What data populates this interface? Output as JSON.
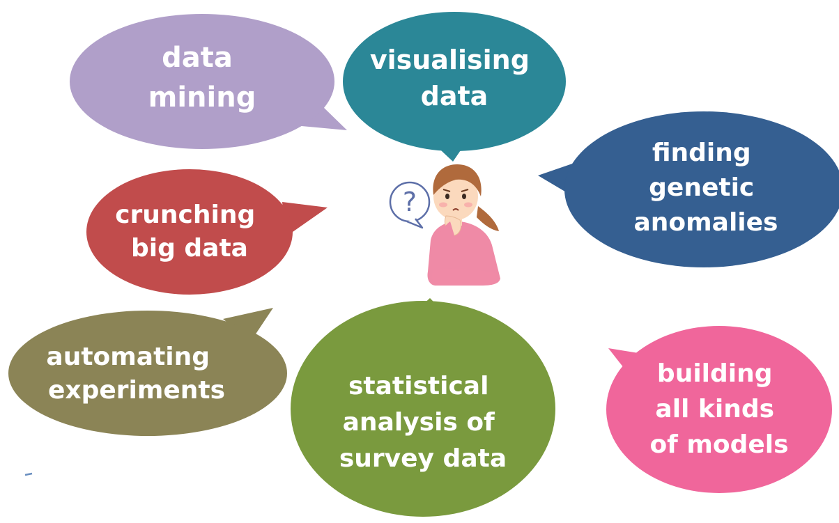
{
  "bubbles": [
    {
      "id": "data-mining",
      "lines": [
        "data",
        "mining"
      ],
      "color": "#b09fc9"
    },
    {
      "id": "visualising-data",
      "lines": [
        "visualising",
        "data"
      ],
      "color": "#2b8797"
    },
    {
      "id": "finding-genetic-anomalies",
      "lines": [
        "finding",
        "genetic",
        "anomalies"
      ],
      "color": "#355f91"
    },
    {
      "id": "crunching-big-data",
      "lines": [
        "crunching",
        "big data"
      ],
      "color": "#c14c4c"
    },
    {
      "id": "automating-experiments",
      "lines": [
        "automating",
        "experiments"
      ],
      "color": "#8b8456"
    },
    {
      "id": "statistical-analysis",
      "lines": [
        "statistical",
        "analysis of",
        "survey data"
      ],
      "color": "#7a9a3e"
    },
    {
      "id": "building-models",
      "lines": [
        "building",
        "all kinds",
        "of models"
      ],
      "color": "#f0669b"
    }
  ],
  "center_figure": {
    "icon": "confused-woman-icon",
    "thought_symbol": "?",
    "thought_icon": "question-mark-bubble-icon",
    "colors": {
      "hair": "#b06a3c",
      "shirt": "#ef8aa6",
      "skin": "#fbd9bd",
      "question_mark": "#5d6fa8"
    }
  }
}
